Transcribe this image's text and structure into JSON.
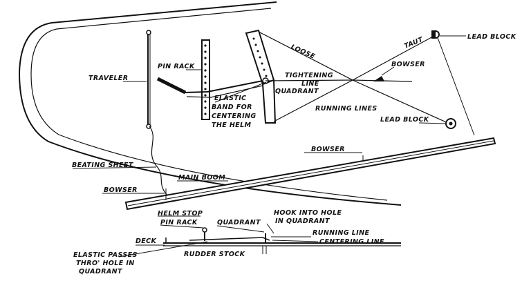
{
  "labels": {
    "traveler": "TRAVELER",
    "pin_rack": "PIN RACK",
    "loose": "LOOSE",
    "taut": "TAUT",
    "lead_block_top": "LEAD BLOCK",
    "bowser_upper": "BOWSER",
    "tightening_line_1": "TIGHTENING",
    "tightening_line_2": "LINE",
    "quadrant": "QUADRANT",
    "elastic_band_1": "ELASTIC",
    "elastic_band_2": "BAND FOR",
    "elastic_band_3": "CENTERING",
    "elastic_band_4": "THE HELM",
    "running_lines": "RUNNING LINES",
    "lead_block_lower": "LEAD BLOCK",
    "bowser_middle": "BOWSER",
    "beating_sheet": "BEATING SHEET",
    "main_boom": "MAIN BOOM",
    "bowser_left": "BOWSER"
  },
  "detail_labels": {
    "helm_stop": "HELM STOP",
    "pin_rack": "PIN RACK",
    "quadrant": "QUADRANT",
    "hook_1": "HOOK INTO HOLE",
    "hook_2": "IN QUADRANT",
    "running_line": "RUNNING LINE",
    "centering_line": "CENTERING LINE",
    "deck": "DECK",
    "elastic_1": "ELASTIC PASSES",
    "elastic_2": "THRO' HOLE IN",
    "elastic_3": "QUADRANT",
    "rudder_stock": "RUDDER STOCK"
  }
}
